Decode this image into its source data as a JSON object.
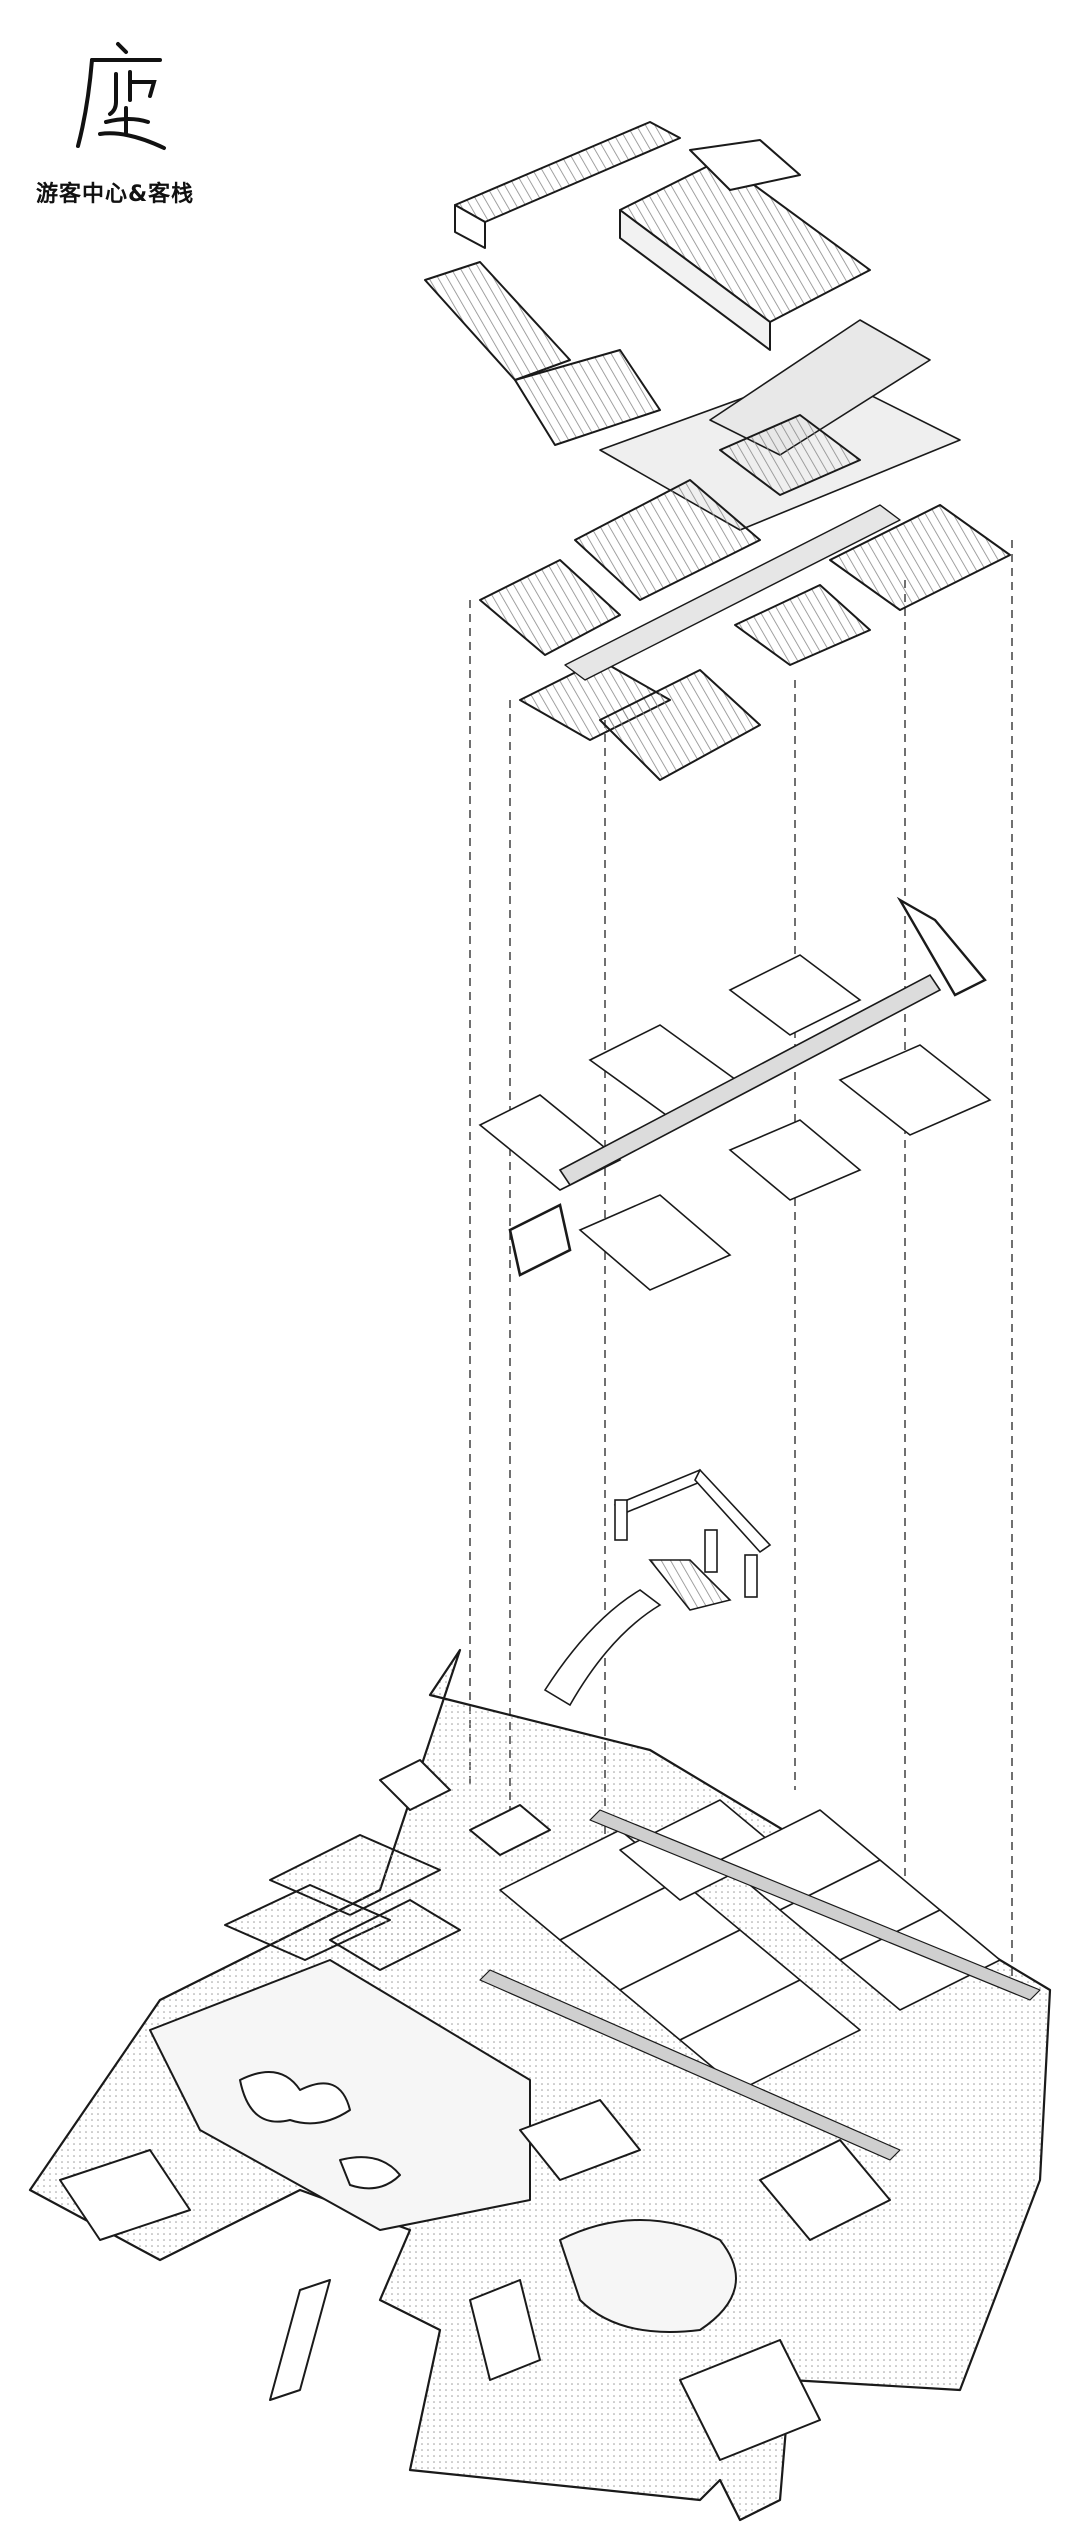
{
  "logo": {
    "glyph": "庭",
    "icon": "seal-character-logo"
  },
  "caption": "游客中心&客栈",
  "colors": {
    "line": "#1a1a1a",
    "hatch": "#9a9a9a",
    "fill": "#f2f2f2",
    "dash": "#333333"
  }
}
